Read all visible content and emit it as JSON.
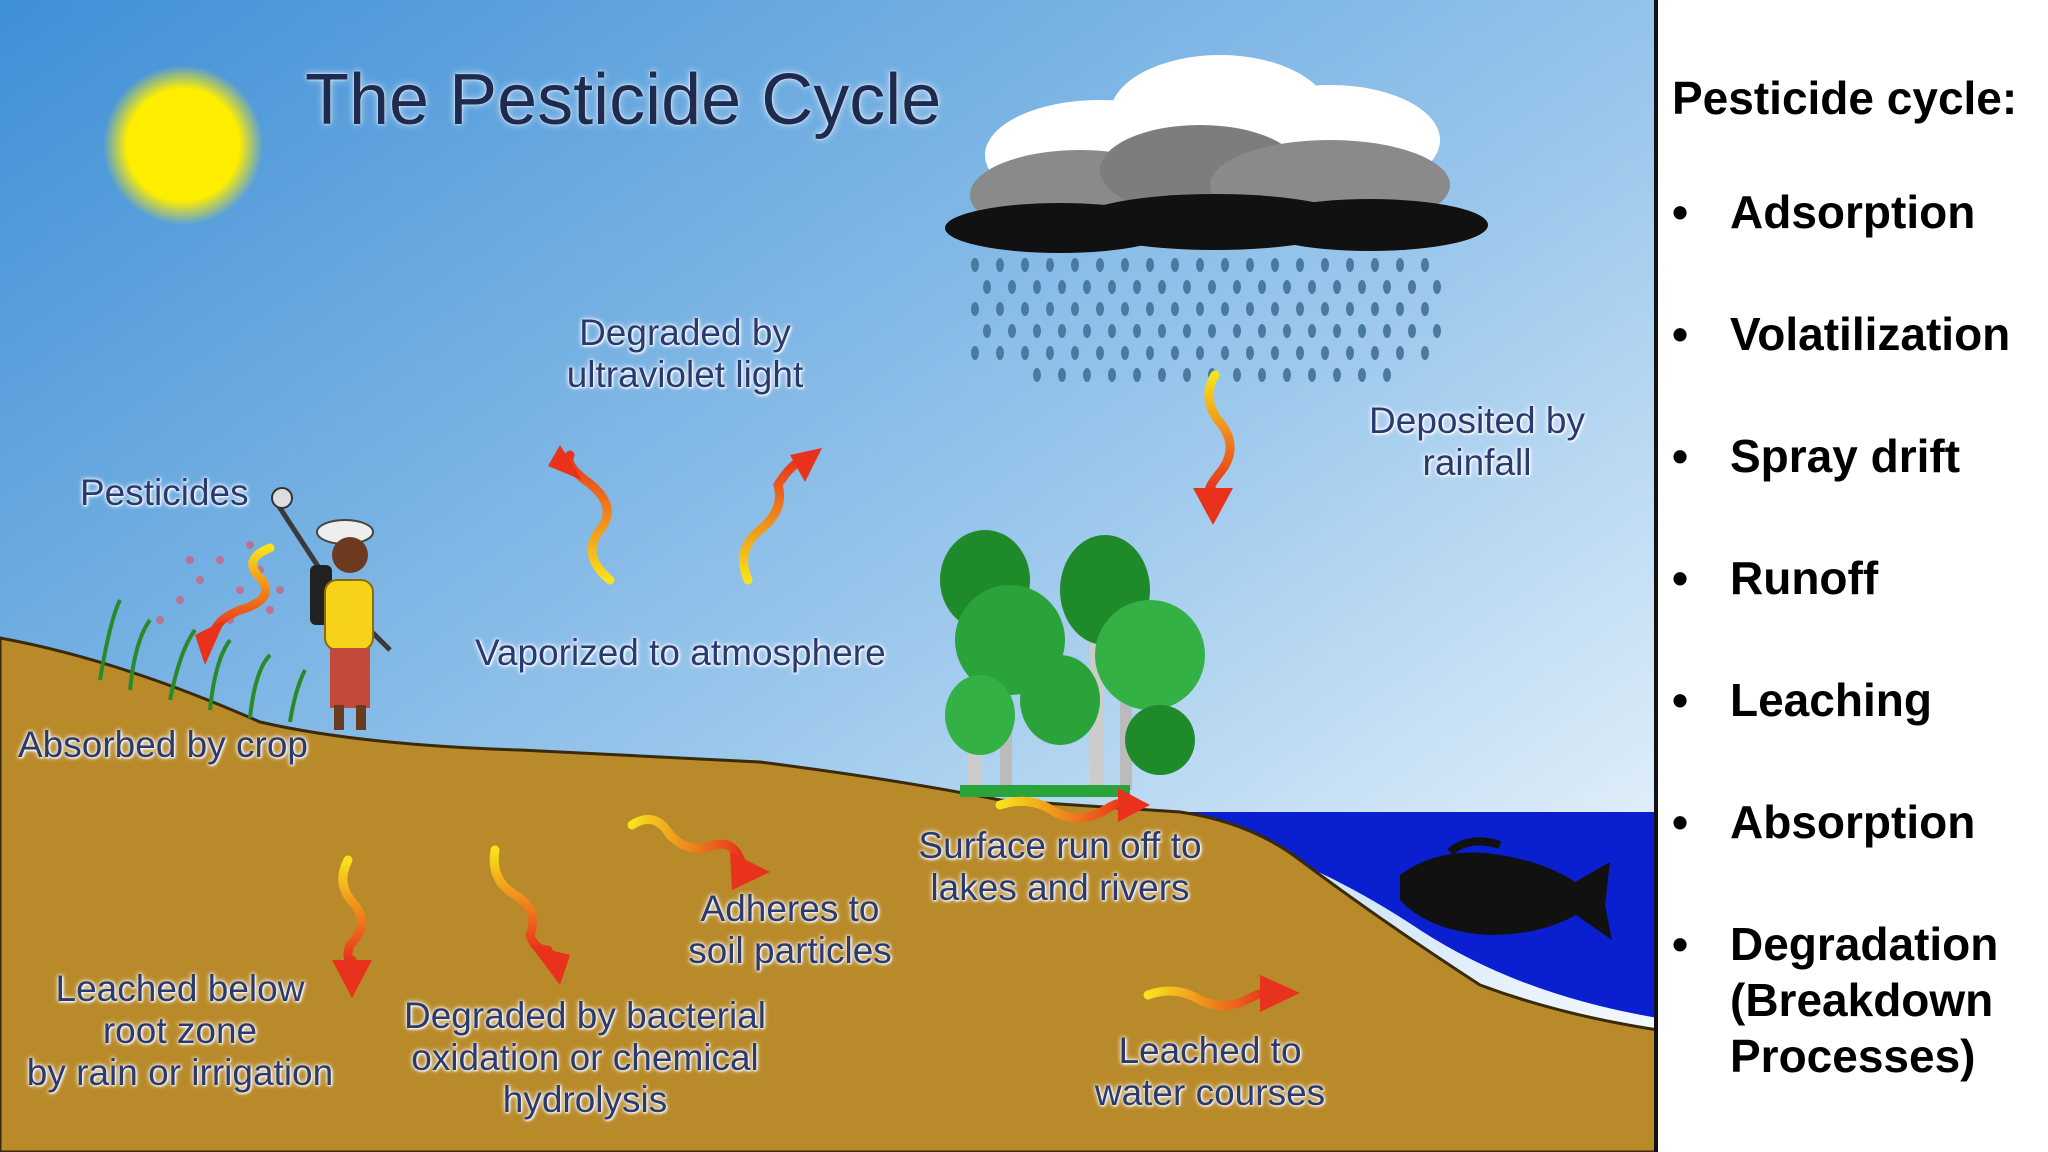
{
  "diagram": {
    "title": "The Pesticide Cycle",
    "labels": {
      "pesticides": "Pesticides",
      "uv_line1": "Degraded by",
      "uv_line2": "ultraviolet light",
      "vaporized": "Vaporized to atmosphere",
      "rain_line1": "Deposited by",
      "rain_line2": "rainfall",
      "absorbed": "Absorbed by crop",
      "runoff_line1": "Surface run off to",
      "runoff_line2": "lakes and rivers",
      "adheres_line1": "Adheres to",
      "adheres_line2": "soil particles",
      "leached_line1": "Leached below",
      "leached_line2": "root zone",
      "leached_line3": "by rain or irrigation",
      "bacterial_line1": "Degraded by bacterial",
      "bacterial_line2": "oxidation or chemical",
      "bacterial_line3": "hydrolysis",
      "water_line1": "Leached to",
      "water_line2": "water courses"
    },
    "colors": {
      "sky_top": "#3f8fd6",
      "sky_bottom": "#ffffff",
      "soil": "#b88a2a",
      "water": "#0a1fd0",
      "sun": "#ffee00",
      "text": "#2b3a6e"
    }
  },
  "panel": {
    "title": "Pesticide cycle:",
    "items": [
      "Adsorption",
      "Volatilization",
      "Spray drift",
      "Runoff",
      "Leaching",
      "Absorption",
      "Degradation (Breakdown Processes)"
    ]
  }
}
